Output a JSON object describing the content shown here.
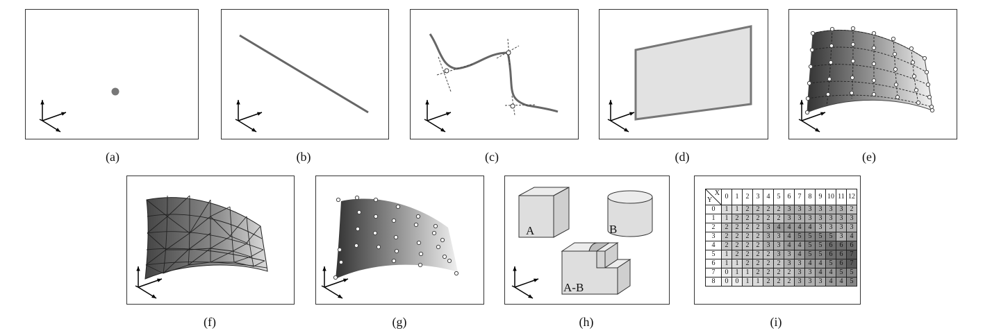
{
  "captions": {
    "a": "(a)",
    "b": "(b)",
    "c": "(c)",
    "d": "(d)",
    "e": "(e)",
    "f": "(f)",
    "g": "(g)",
    "h": "(h)",
    "i": "(i)"
  },
  "csg_labels": {
    "a": "A",
    "b": "B",
    "diff": "A-B"
  },
  "grid": {
    "corner_x": "X",
    "corner_y": "Y",
    "col_headers": [
      "0",
      "1",
      "2",
      "3",
      "4",
      "5",
      "6",
      "7",
      "8",
      "9",
      "10",
      "11",
      "12"
    ],
    "row_headers": [
      "0",
      "1",
      "2",
      "3",
      "4",
      "5",
      "6",
      "7",
      "8"
    ],
    "rows": [
      [
        1,
        1,
        2,
        2,
        2,
        2,
        3,
        3,
        3,
        3,
        3,
        3,
        2
      ],
      [
        1,
        2,
        2,
        2,
        2,
        2,
        3,
        3,
        3,
        3,
        3,
        3,
        3
      ],
      [
        2,
        2,
        2,
        2,
        3,
        4,
        4,
        4,
        4,
        3,
        3,
        3,
        3
      ],
      [
        2,
        2,
        2,
        2,
        3,
        3,
        4,
        5,
        5,
        5,
        5,
        3,
        4
      ],
      [
        2,
        2,
        2,
        2,
        3,
        3,
        4,
        4,
        5,
        5,
        6,
        6,
        6
      ],
      [
        1,
        2,
        2,
        2,
        2,
        3,
        3,
        4,
        5,
        5,
        6,
        6,
        7
      ],
      [
        1,
        1,
        2,
        2,
        2,
        2,
        3,
        3,
        4,
        4,
        5,
        6,
        7
      ],
      [
        0,
        1,
        1,
        2,
        2,
        2,
        2,
        3,
        3,
        4,
        4,
        5,
        5
      ],
      [
        0,
        0,
        1,
        1,
        2,
        2,
        2,
        3,
        3,
        3,
        4,
        4,
        5
      ]
    ]
  },
  "colors": {
    "frame": "#333333",
    "curve": "#666666",
    "plane_fill": "#e2e2e2",
    "plane_edge": "#777777"
  }
}
